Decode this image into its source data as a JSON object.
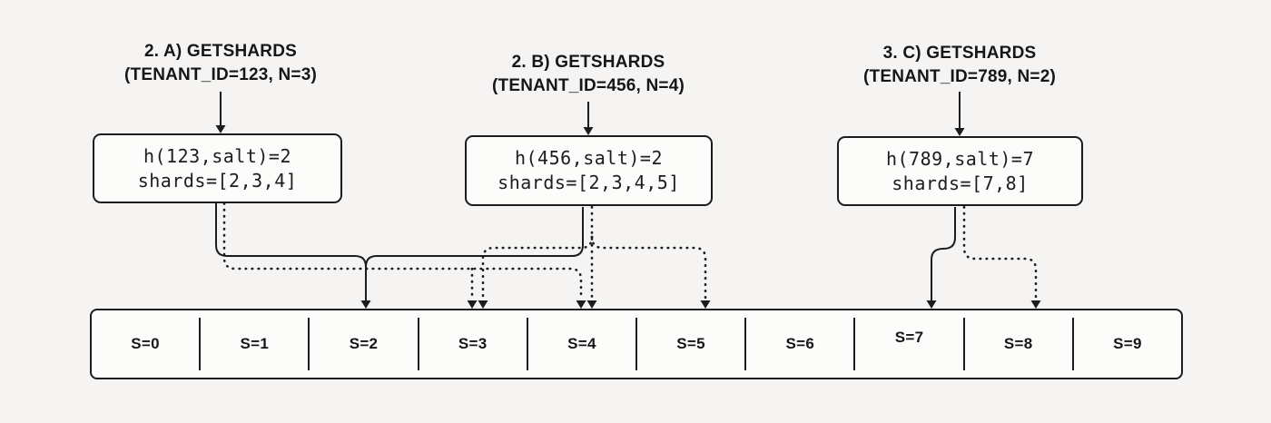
{
  "colors": {
    "background": "#f5f4f2",
    "line": "#1c1c1c",
    "ink": "#161616",
    "box_fill": "#fcfcfb"
  },
  "calls": [
    {
      "title": "2. A) GETSHARDS",
      "args": "(TENANT_ID=123, N=3)",
      "hash": "h(123,salt)=2",
      "shards": "shards=[2,3,4]"
    },
    {
      "title": "2. B) GETSHARDS",
      "args": "(TENANT_ID=456, N=4)",
      "hash": "h(456,salt)=2",
      "shards": "shards=[2,3,4,5]"
    },
    {
      "title": "3. C) GETSHARDS",
      "args": "(TENANT_ID=789, N=2)",
      "hash": "h(789,salt)=7",
      "shards": "shards=[7,8]"
    }
  ],
  "shard_row": {
    "cells": [
      {
        "label": "S=0"
      },
      {
        "label": "S=1"
      },
      {
        "label": "S=2"
      },
      {
        "label": "S=3"
      },
      {
        "label": "S=4"
      },
      {
        "label": "S=5"
      },
      {
        "label": "S=6"
      },
      {
        "label": "S=7"
      },
      {
        "label": "S=8"
      },
      {
        "label": "S=9"
      }
    ]
  },
  "connections": [
    {
      "from": "A",
      "solid_target": "S=2",
      "dotted_targets": [
        "S=3",
        "S=4"
      ]
    },
    {
      "from": "B",
      "solid_target": "S=2",
      "dotted_targets": [
        "S=3",
        "S=4",
        "S=5"
      ]
    },
    {
      "from": "C",
      "solid_target": "S=7",
      "dotted_targets": [
        "S=8"
      ]
    }
  ]
}
